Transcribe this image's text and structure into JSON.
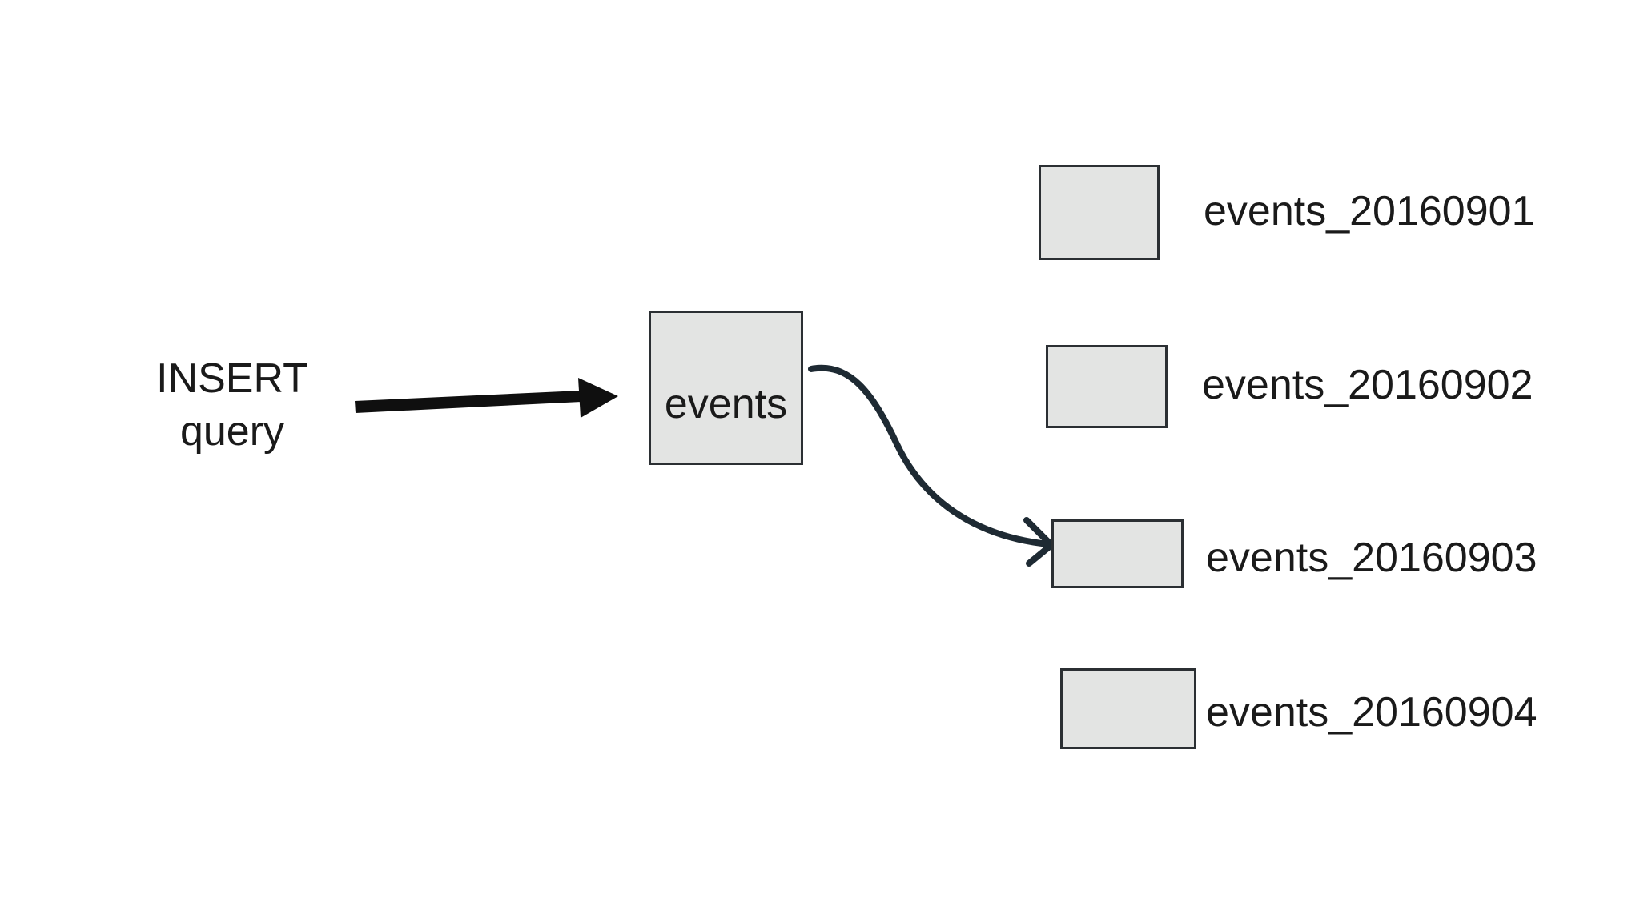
{
  "source": {
    "line1": "INSERT",
    "line2": "query"
  },
  "master_table": {
    "label": "events"
  },
  "partitions": [
    {
      "label": "events_20160901"
    },
    {
      "label": "events_20160902"
    },
    {
      "label": "events_20160903"
    },
    {
      "label": "events_20160904"
    }
  ],
  "colors": {
    "box_fill": "#e3e4e3",
    "box_border": "#2b2f33",
    "arrow": "#1e2a33",
    "text": "#1a1a1a"
  }
}
